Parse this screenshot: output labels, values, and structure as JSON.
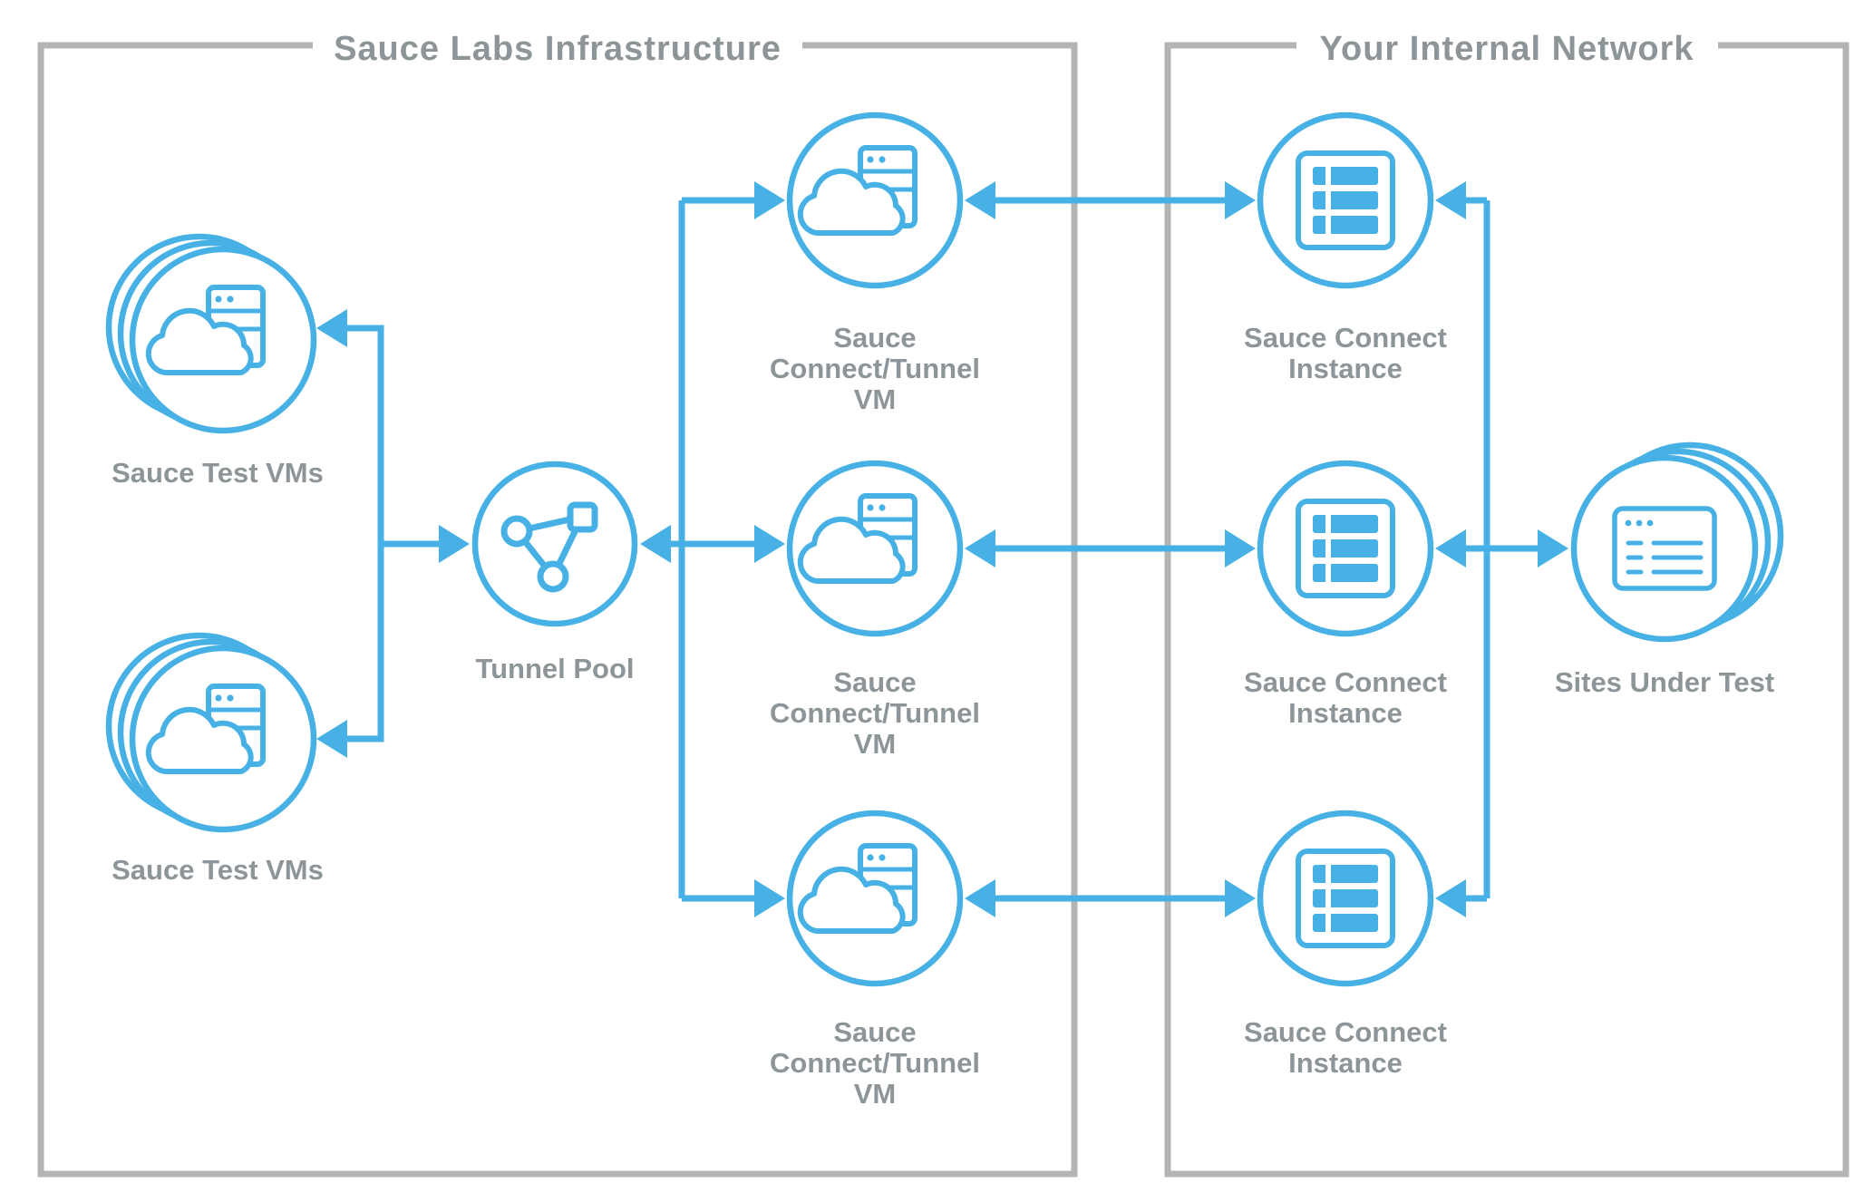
{
  "colors": {
    "accent_blue": "#47b1e5",
    "box_border_gray": "#b3b5b4",
    "label_gray": "#8d9599"
  },
  "left_box": {
    "title": "Sauce Labs Infrastructure"
  },
  "right_box": {
    "title": "Your Internal Network"
  },
  "nodes": {
    "sauce_test_vms_top": {
      "label": "Sauce Test VMs"
    },
    "sauce_test_vms_bottom": {
      "label": "Sauce Test VMs"
    },
    "tunnel_pool": {
      "label": "Tunnel Pool"
    },
    "sauce_connect_tunnel_vm_1": {
      "lines": [
        "Sauce",
        "Connect/Tunnel",
        "VM"
      ]
    },
    "sauce_connect_tunnel_vm_2": {
      "lines": [
        "Sauce",
        "Connect/Tunnel",
        "VM"
      ]
    },
    "sauce_connect_tunnel_vm_3": {
      "lines": [
        "Sauce",
        "Connect/Tunnel",
        "VM"
      ]
    },
    "sauce_connect_instance_1": {
      "lines": [
        "Sauce Connect",
        "Instance"
      ]
    },
    "sauce_connect_instance_2": {
      "lines": [
        "Sauce Connect",
        "Instance"
      ]
    },
    "sauce_connect_instance_3": {
      "lines": [
        "Sauce Connect",
        "Instance"
      ]
    },
    "sites_under_test": {
      "label": "Sites Under Test"
    }
  }
}
